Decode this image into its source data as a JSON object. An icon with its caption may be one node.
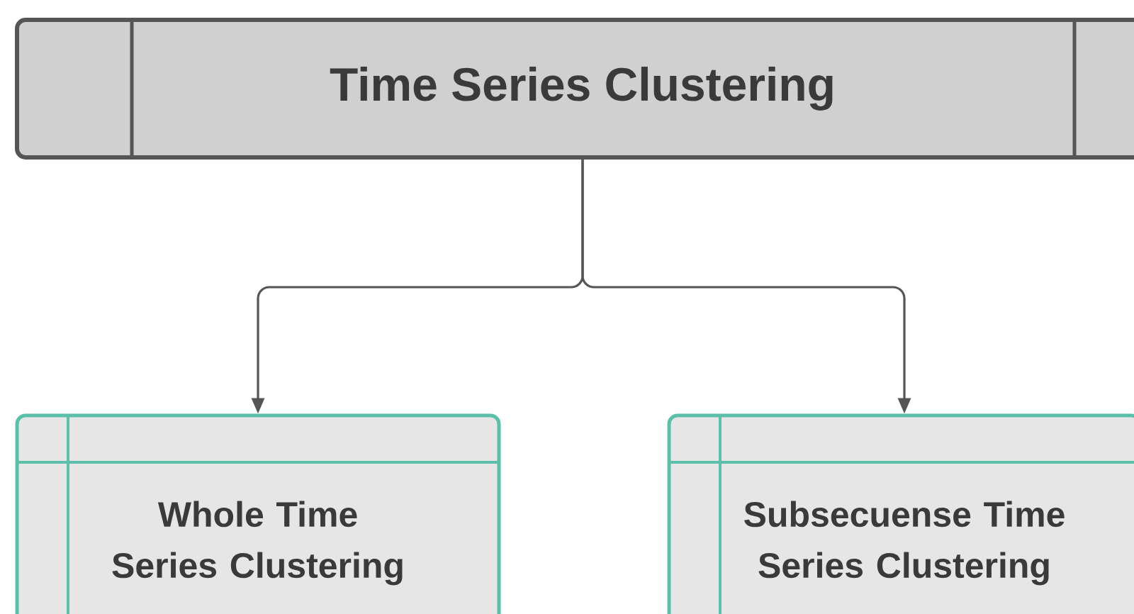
{
  "diagram": {
    "nodes": [
      {
        "text": [
          "Time Series Clustering"
        ]
      },
      {
        "text": [
          "Whole Time Series Clustering"
        ]
      },
      {
        "text": [
          "Subsecuense Time Series Clustering"
        ]
      }
    ],
    "edges": [
      {
        "from": 0,
        "to": 1,
        "arrow": "to"
      },
      {
        "from": 0,
        "to": 2,
        "arrow": "to"
      }
    ]
  }
}
